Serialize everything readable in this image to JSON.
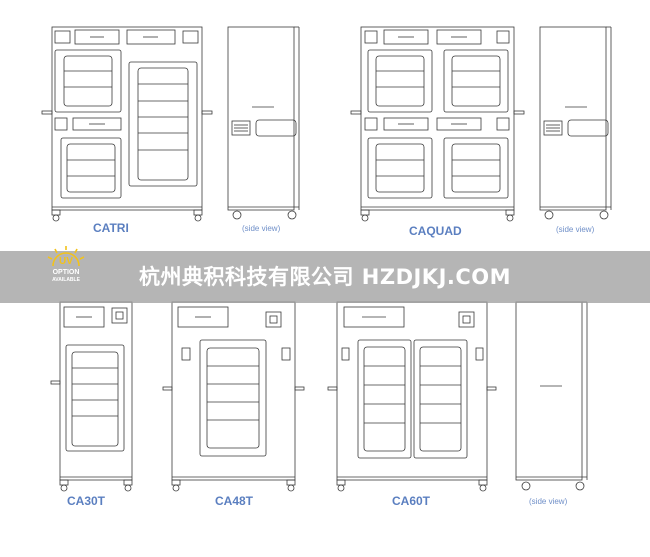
{
  "labels": {
    "catri": "CATRI",
    "caquad": "CAQUAD",
    "ca30t": "CA30T",
    "ca48t": "CA48T",
    "ca60t": "CA60T",
    "side_view_1": "(side view)",
    "side_view_2": "(side view)",
    "side_view_3": "(side view)"
  },
  "watermark": "杭州典积科技有限公司  HZDJKJ.COM",
  "uv_badge": {
    "uv": "UV",
    "option": "OPTION",
    "available": "AVAILABLE",
    "color": "#f2c21b"
  },
  "colors": {
    "label": "#5b7fc0",
    "line": "#3a3a3a",
    "banner": "#a0a0a0"
  }
}
